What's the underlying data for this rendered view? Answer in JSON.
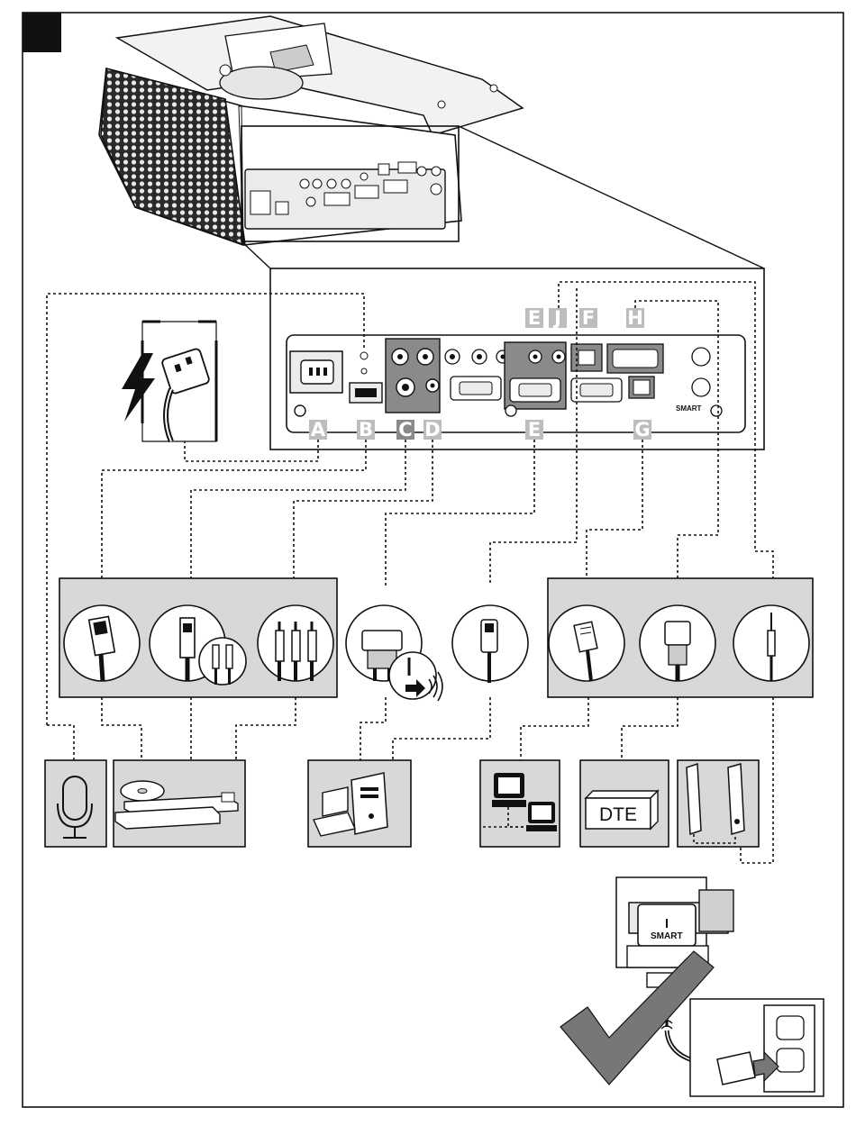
{
  "port_labels": [
    "A",
    "B",
    "C",
    "D",
    "E",
    "J",
    "F",
    "H",
    "E",
    "G"
  ],
  "dte_label": "DTE",
  "brand_text": "SMART",
  "colors": {
    "panel_fill": "#d8d8d8",
    "label_box": "#bdbdbd",
    "label_text": "#ffffff",
    "highlight": "#8a8a8a",
    "checkmark": "#777777",
    "line": "#111111"
  },
  "icons": [
    "power-icon",
    "power-cord-icon",
    "hdmi-icon",
    "svideo-icon",
    "rca-icon",
    "vga-icon",
    "audio-out-icon",
    "usb-icon",
    "rj45-icon",
    "serial-icon",
    "audio-jack-icon",
    "microphone-icon",
    "dvd-player-icon",
    "computer-icon",
    "network-icon",
    "dte-icon",
    "speakers-icon",
    "checkmark-icon",
    "wall-outlet-icon"
  ]
}
